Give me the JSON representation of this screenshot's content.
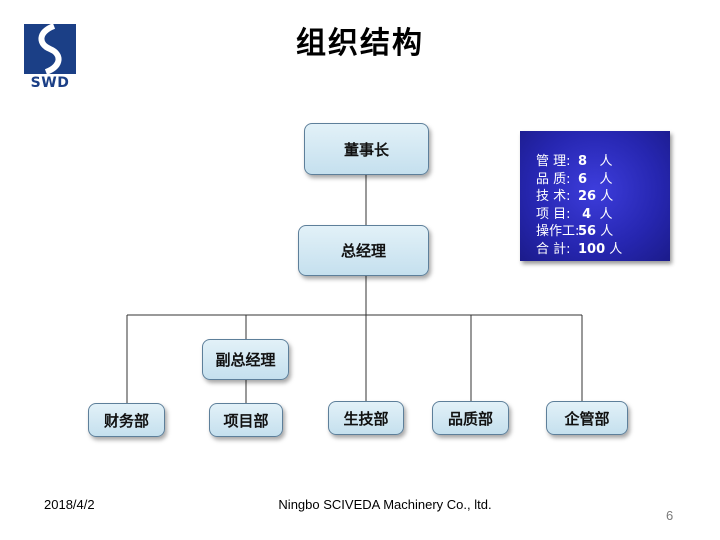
{
  "logo": {
    "text": "SWD"
  },
  "title": "组织结构",
  "org": {
    "chairman": "董事长",
    "general_manager": "总经理",
    "deputy_gm": "副总经理",
    "departments": [
      "财务部",
      "项目部",
      "生技部",
      "品质部",
      "企管部"
    ]
  },
  "stats": [
    {
      "label": "管  理:",
      "value": "8",
      "unit": "人"
    },
    {
      "label": "品  质:",
      "value": "6",
      "unit": "人"
    },
    {
      "label": "技  术:",
      "value": "26",
      "unit": "人"
    },
    {
      "label": "项  目:",
      "value": "4",
      "unit": "人"
    },
    {
      "label": "操作工:",
      "value": "56",
      "unit": "人"
    },
    {
      "label": "合  計:",
      "value": "100",
      "unit": "人"
    }
  ],
  "footer": {
    "date": "2018/4/2",
    "company": "Ningbo SCIVEDA  Machinery Co., ltd.",
    "page": "6"
  }
}
